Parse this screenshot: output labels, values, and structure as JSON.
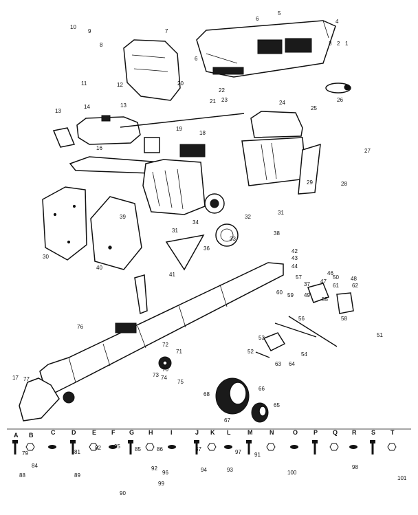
{
  "callouts": [
    {
      "id": "c1",
      "text": "1"
    },
    {
      "id": "c2",
      "text": "2"
    },
    {
      "id": "c3",
      "text": "3"
    },
    {
      "id": "c4",
      "text": "4"
    },
    {
      "id": "c5",
      "text": "5"
    },
    {
      "id": "c6",
      "text": "6"
    },
    {
      "id": "c6b",
      "text": "6"
    },
    {
      "id": "c7",
      "text": "7"
    },
    {
      "id": "c8",
      "text": "8"
    },
    {
      "id": "c9",
      "text": "9"
    },
    {
      "id": "c10",
      "text": "10"
    },
    {
      "id": "c11",
      "text": "11"
    },
    {
      "id": "c12",
      "text": "12"
    },
    {
      "id": "c13a",
      "text": "13"
    },
    {
      "id": "c13b",
      "text": "13"
    },
    {
      "id": "c14",
      "text": "14"
    },
    {
      "id": "c16",
      "text": "16"
    },
    {
      "id": "c17",
      "text": "17"
    },
    {
      "id": "c18",
      "text": "18"
    },
    {
      "id": "c19",
      "text": "19"
    },
    {
      "id": "c20",
      "text": "20"
    },
    {
      "id": "c21",
      "text": "21"
    },
    {
      "id": "c22",
      "text": "22"
    },
    {
      "id": "c23",
      "text": "23"
    },
    {
      "id": "c24",
      "text": "24"
    },
    {
      "id": "c25",
      "text": "25"
    },
    {
      "id": "c26",
      "text": "26"
    },
    {
      "id": "c27",
      "text": "27"
    },
    {
      "id": "c28",
      "text": "28"
    },
    {
      "id": "c29",
      "text": "29"
    },
    {
      "id": "c30",
      "text": "30"
    },
    {
      "id": "c31a",
      "text": "31"
    },
    {
      "id": "c31b",
      "text": "31"
    },
    {
      "id": "c32",
      "text": "32"
    },
    {
      "id": "c33",
      "text": "33"
    },
    {
      "id": "c34",
      "text": "34"
    },
    {
      "id": "c36",
      "text": "36"
    },
    {
      "id": "c37",
      "text": "37"
    },
    {
      "id": "c38",
      "text": "38"
    },
    {
      "id": "c39",
      "text": "39"
    },
    {
      "id": "c40",
      "text": "40"
    },
    {
      "id": "c41",
      "text": "41"
    },
    {
      "id": "c42",
      "text": "42"
    },
    {
      "id": "c43",
      "text": "43"
    },
    {
      "id": "c44",
      "text": "44"
    },
    {
      "id": "c46",
      "text": "46"
    },
    {
      "id": "c47",
      "text": "47"
    },
    {
      "id": "c48",
      "text": "48"
    },
    {
      "id": "c49",
      "text": "49"
    },
    {
      "id": "c50",
      "text": "50"
    },
    {
      "id": "c51",
      "text": "51"
    },
    {
      "id": "c52",
      "text": "52"
    },
    {
      "id": "c53",
      "text": "53"
    },
    {
      "id": "c54",
      "text": "54"
    },
    {
      "id": "c55",
      "text": "55"
    },
    {
      "id": "c56",
      "text": "56"
    },
    {
      "id": "c57",
      "text": "57"
    },
    {
      "id": "c58",
      "text": "58"
    },
    {
      "id": "c59",
      "text": "59"
    },
    {
      "id": "c60",
      "text": "60"
    },
    {
      "id": "c61",
      "text": "61"
    },
    {
      "id": "c62",
      "text": "62"
    },
    {
      "id": "c63",
      "text": "63"
    },
    {
      "id": "c64",
      "text": "64"
    },
    {
      "id": "c65",
      "text": "65"
    },
    {
      "id": "c66",
      "text": "66"
    },
    {
      "id": "c67",
      "text": "67"
    },
    {
      "id": "c68",
      "text": "68"
    },
    {
      "id": "c70",
      "text": "70"
    },
    {
      "id": "c71",
      "text": "71"
    },
    {
      "id": "c72",
      "text": "72"
    },
    {
      "id": "c73",
      "text": "73"
    },
    {
      "id": "c74",
      "text": "74"
    },
    {
      "id": "c75",
      "text": "75"
    },
    {
      "id": "c76",
      "text": "76"
    },
    {
      "id": "c77",
      "text": "77"
    }
  ],
  "hardware_letters": [
    "A",
    "B",
    "C",
    "D",
    "E",
    "F",
    "G",
    "H",
    "I",
    "J",
    "K",
    "L",
    "M",
    "N",
    "O",
    "P",
    "Q",
    "R",
    "S",
    "T"
  ],
  "hardware_refs": [
    {
      "id": "h79",
      "text": "79"
    },
    {
      "id": "h81",
      "text": "81"
    },
    {
      "id": "h82",
      "text": "82"
    },
    {
      "id": "h84",
      "text": "84"
    },
    {
      "id": "h85",
      "text": "85"
    },
    {
      "id": "h86",
      "text": "86"
    },
    {
      "id": "h87",
      "text": "87"
    },
    {
      "id": "h88",
      "text": "88"
    },
    {
      "id": "h89",
      "text": "89"
    },
    {
      "id": "h90",
      "text": "90"
    },
    {
      "id": "h91",
      "text": "91"
    },
    {
      "id": "h92",
      "text": "92"
    },
    {
      "id": "h93",
      "text": "93"
    },
    {
      "id": "h94",
      "text": "94"
    },
    {
      "id": "h95",
      "text": "95"
    },
    {
      "id": "h96",
      "text": "96"
    },
    {
      "id": "h97",
      "text": "97"
    },
    {
      "id": "h98",
      "text": "98"
    },
    {
      "id": "h99",
      "text": "99"
    },
    {
      "id": "h100",
      "text": "100"
    },
    {
      "id": "h101",
      "text": "101"
    }
  ],
  "colors": {
    "ink": "#111111",
    "paper": "#ffffff"
  }
}
